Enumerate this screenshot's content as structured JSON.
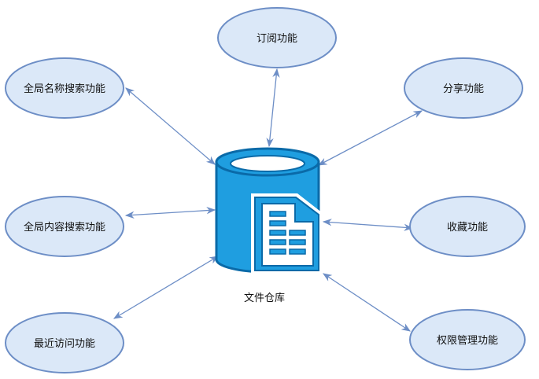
{
  "center": {
    "label": "文件仓库",
    "icon": "database-document-icon"
  },
  "nodes": [
    {
      "id": "subscribe",
      "label": "订阅功能"
    },
    {
      "id": "name-search",
      "label": "全局名称搜索功能"
    },
    {
      "id": "share",
      "label": "分享功能"
    },
    {
      "id": "content-search",
      "label": "全局内容搜索功能"
    },
    {
      "id": "favorite",
      "label": "收藏功能"
    },
    {
      "id": "recent",
      "label": "最近访问功能"
    },
    {
      "id": "permission",
      "label": "权限管理功能"
    }
  ],
  "colors": {
    "node_fill": "#dbe8f8",
    "node_stroke": "#6d8ec6",
    "arrow": "#6d8ec6",
    "db_fill": "#1f9ee0",
    "db_stroke": "#0a6aa8"
  }
}
